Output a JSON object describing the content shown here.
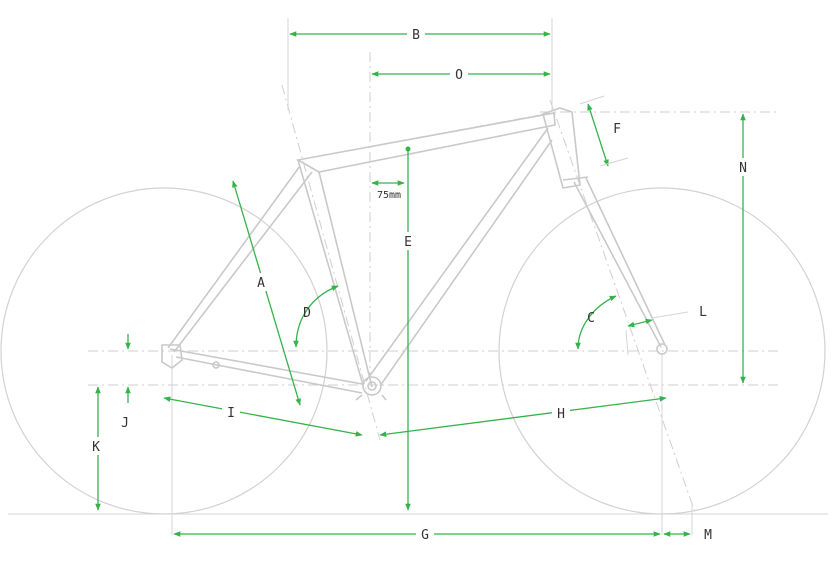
{
  "colors": {
    "dimension": "#35b34a",
    "frame": "#c9c9c9",
    "label": "#333333"
  },
  "labels": {
    "A": "A",
    "B": "B",
    "C": "C",
    "D": "D",
    "E": "E",
    "F": "F",
    "G": "G",
    "H": "H",
    "I": "I",
    "J": "J",
    "K": "K",
    "L": "L",
    "M": "M",
    "N": "N",
    "O": "O"
  },
  "annotations": {
    "offset": "75mm"
  }
}
